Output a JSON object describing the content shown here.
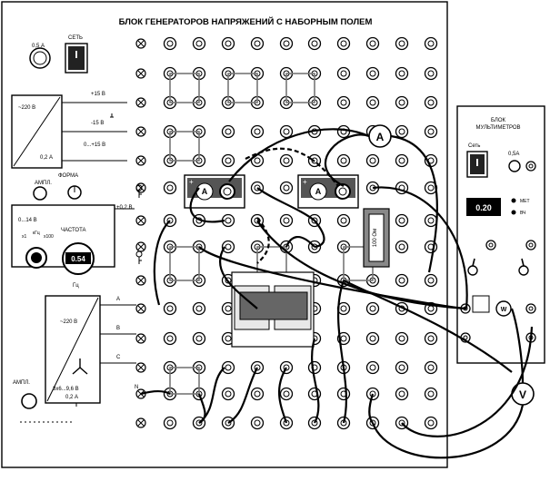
{
  "main_panel": {
    "title": "БЛОК ГЕНЕРАТОРОВ НАПРЯЖЕНИЙ С НАБОРНЫМ ПОЛЕМ",
    "fuse_label": "0,5 А",
    "power_switch_label": "СЕТЬ",
    "dc_converter": {
      "input": "~220 В",
      "current": "0,2 А"
    },
    "dc_outputs": [
      "+15 В",
      "-15 В",
      "0...+15 В"
    ],
    "gen_freq": {
      "ampl_label": "АМПЛ.",
      "form_label": "ФОРМА",
      "range_label": "0...14 В",
      "khz_label": "кГц",
      "hz_label": "Гц",
      "x1_label": "х1",
      "x10_label": "х100",
      "freq_label": "ЧАСТОТА",
      "display": "0.54"
    },
    "adj_output": "+0,2 В",
    "three_phase": {
      "input": "~220 В",
      "spec_1": "3х6...9,6 В",
      "spec_2": "0,2 А",
      "phase_labels": [
        "А",
        "В",
        "С",
        "N"
      ],
      "ampl_label": "АМПЛ."
    },
    "resistor_label": "100 Ом",
    "ammeter_symbol": "А"
  },
  "side_panel": {
    "title_1": "БЛОК",
    "title_2": "МУЛЬТИМЕТРОВ",
    "power_label": "Сеть",
    "fuse_label": "0,5А",
    "display": "0.20",
    "led_1": "МЕТ",
    "led_2": "ВЧ",
    "wattmeter_symbol": "W"
  },
  "external": {
    "ammeter_symbol": "A",
    "voltmeter_symbol": "V"
  }
}
